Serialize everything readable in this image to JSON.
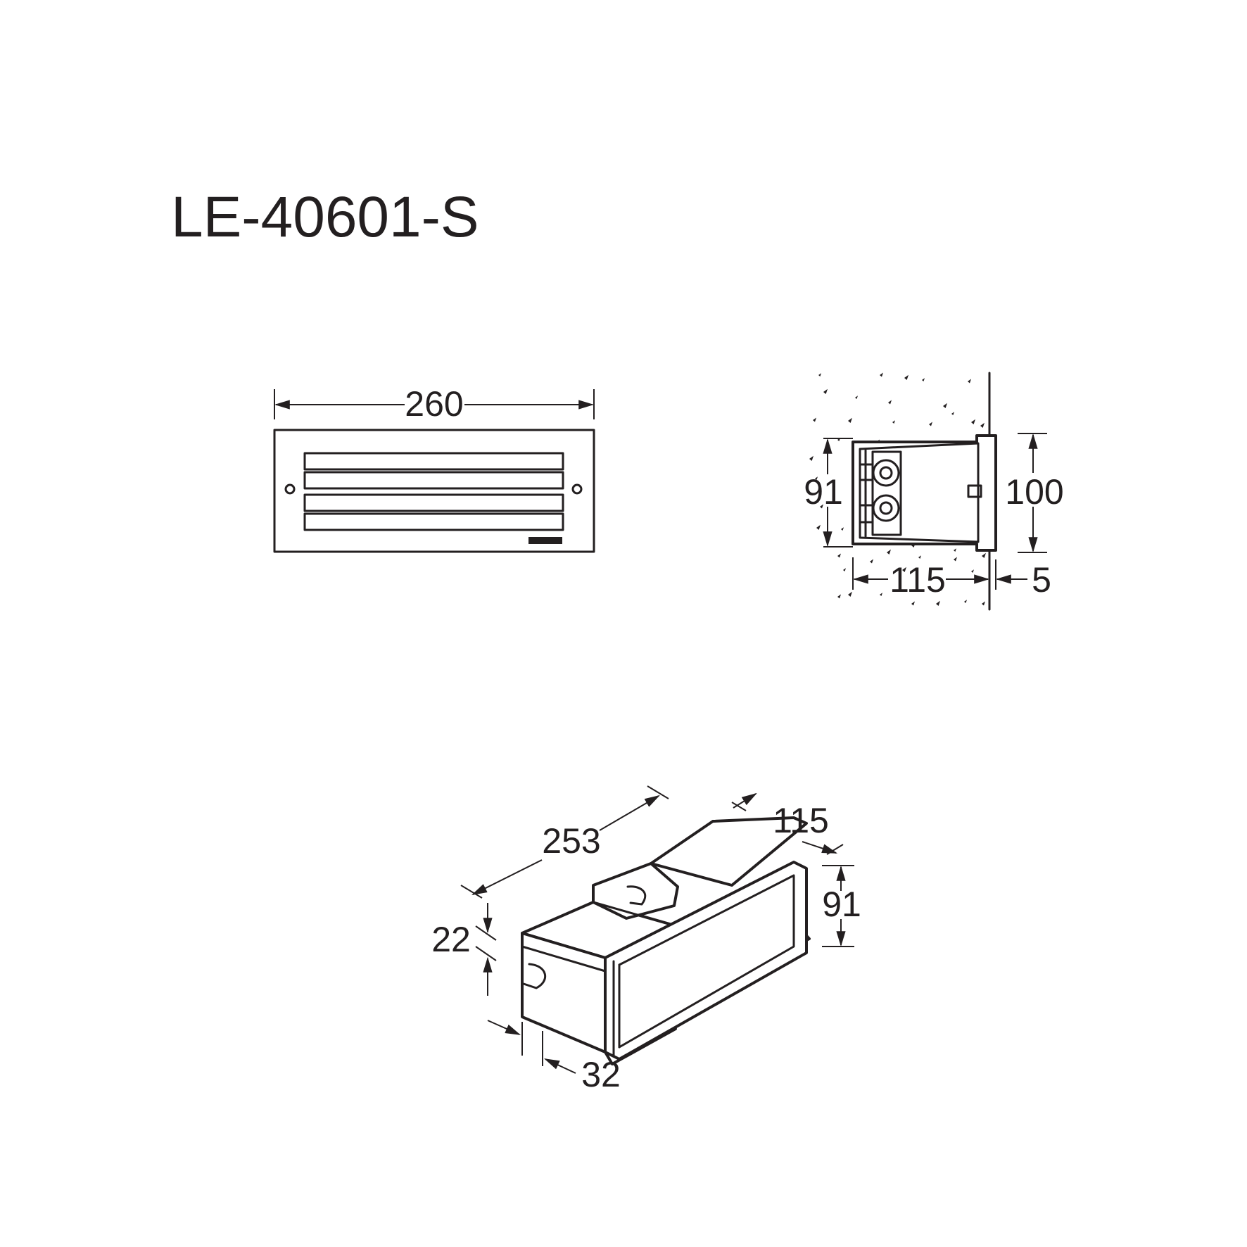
{
  "model": "LE-40601-S",
  "front_view": {
    "width_label": "260"
  },
  "side_view": {
    "height_inner_label": "91",
    "height_outer_label": "100",
    "depth_label": "115",
    "flange_label": "5"
  },
  "box_view": {
    "length_label": "253",
    "depth_label": "115",
    "height_label": "91",
    "tab_height_label": "22",
    "tab_offset_label": "32"
  }
}
